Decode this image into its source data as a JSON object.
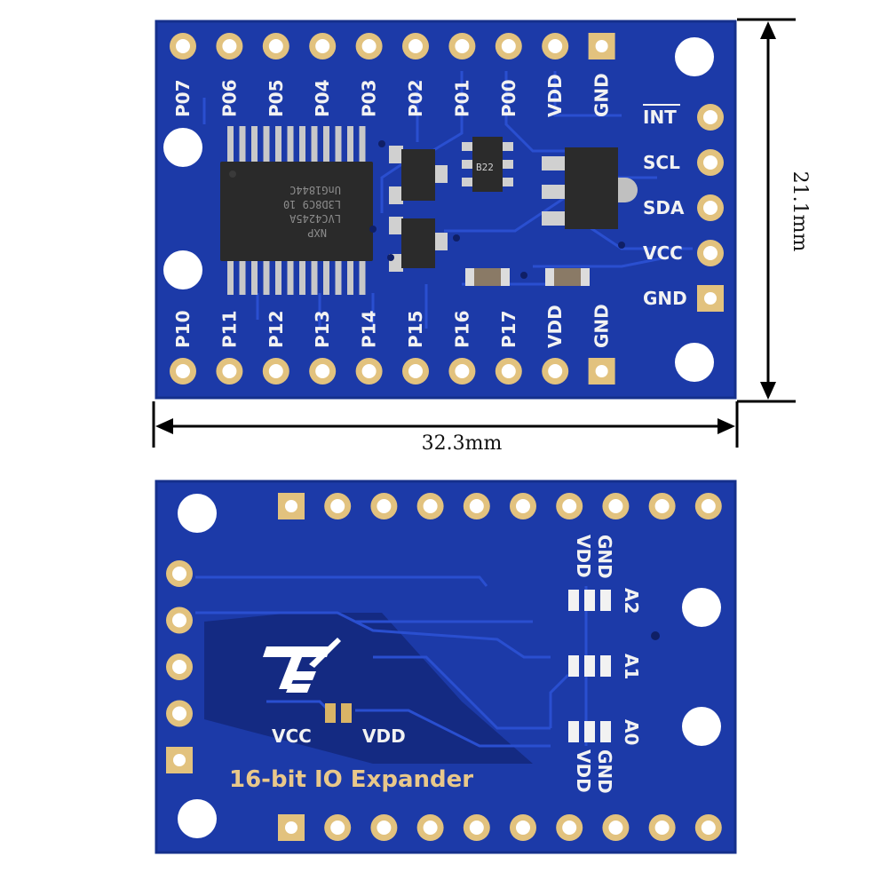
{
  "front": {
    "top_pins": [
      "P07",
      "P06",
      "P05",
      "P04",
      "P03",
      "P02",
      "P01",
      "P00",
      "VDD",
      "GND"
    ],
    "bottom_pins": [
      "P10",
      "P11",
      "P12",
      "P13",
      "P14",
      "P15",
      "P16",
      "P17",
      "VDD",
      "GND"
    ],
    "side_pins": [
      "INT",
      "SCL",
      "SDA",
      "VCC",
      "GND"
    ],
    "chip_lines": [
      "NXP",
      "LVC4245A",
      "L3D8C9 10",
      "UnG1844C"
    ],
    "small_chip_label": "B22",
    "width_label": "32.3mm",
    "height_label": "21.1mm"
  },
  "back": {
    "title": "16-bit IO Expander",
    "vcc_label": "VCC",
    "vdd_label": "VDD",
    "jumpers": [
      "A2",
      "A1",
      "A0"
    ],
    "jumper_top_labels": [
      "VDD",
      "GND"
    ],
    "jumper_bottom_labels": [
      "VDD",
      "GND"
    ]
  }
}
